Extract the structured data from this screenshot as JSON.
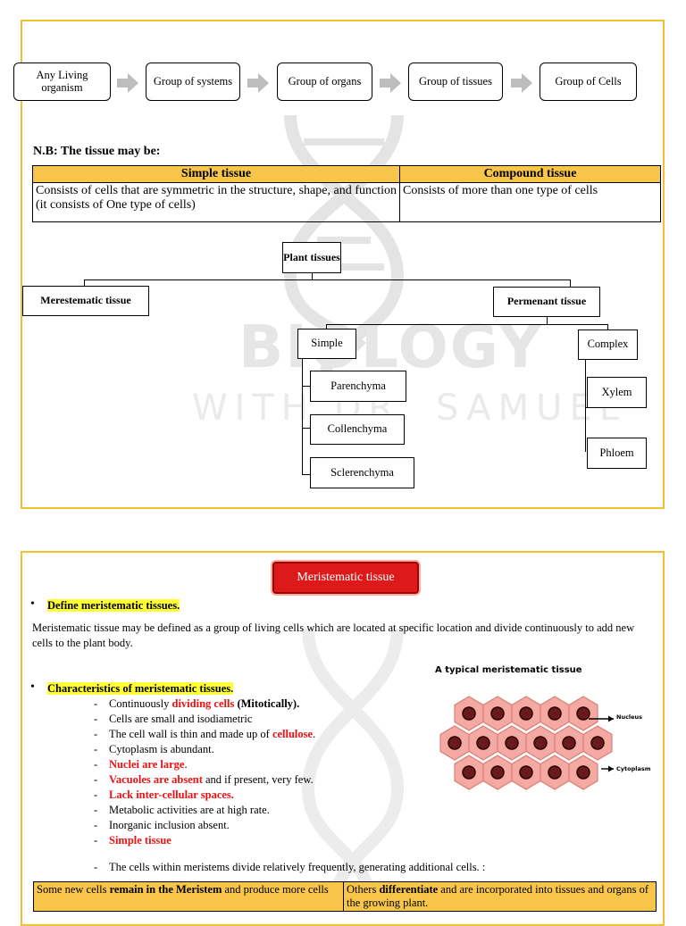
{
  "flow": {
    "boxes": [
      "Any Living organism",
      "Group of systems",
      "Group of organs",
      "Group of tissues",
      "Group of Cells"
    ]
  },
  "nb_label": "N.B: The tissue may be:",
  "tissue_table": {
    "headers": [
      "Simple tissue",
      "Compound tissue"
    ],
    "cells": [
      "Consists of cells that are symmetric in the structure, shape, and function (it consists of One type of cells)",
      "Consists of more than one type of cells"
    ]
  },
  "tree": {
    "root": "Plant tissues",
    "meristematic": "Merestematic tissue",
    "permanent": "Permenant tissue",
    "simple": "Simple",
    "complex": "Complex",
    "simple_items": [
      "Parenchyma",
      "Collenchyma",
      "Sclerenchyma"
    ],
    "complex_items": [
      "Xylem",
      "Phloem"
    ]
  },
  "section2": {
    "heading": "Meristematic tissue",
    "define_label": "Define meristematic tissues.",
    "definition": "Meristematic tissue may be defined as a group of living cells which are located at specific location and divide continuously to add new cells to the plant body.",
    "characteristics_label": "Characteristics of meristematic tissues.",
    "characteristics": [
      {
        "pre": "Continuously ",
        "red": "dividing cells",
        "post": " (Mitotically).",
        "post_bold": true
      },
      {
        "pre": "Cells are small and isodiametric",
        "red": "",
        "post": ""
      },
      {
        "pre": "The cell wall is thin and made up of ",
        "red": "cellulose",
        "post": "."
      },
      {
        "pre": "Cytoplasm is abundant.",
        "red": "",
        "post": ""
      },
      {
        "pre": "",
        "red": "Nuclei are large",
        "post": "."
      },
      {
        "pre": "",
        "red": "Vacuoles are absent",
        "post": " and if present, very few."
      },
      {
        "pre": "",
        "red": "Lack inter-cellular spaces.",
        "post": ""
      },
      {
        "pre": "Metabolic activities are at high rate.",
        "red": "",
        "post": ""
      },
      {
        "pre": "Inorganic inclusion absent.",
        "red": "",
        "post": ""
      },
      {
        "pre": "",
        "red": "Simple tissue",
        "post": ""
      }
    ],
    "note": "The cells within meristems divide relatively frequently, generating additional cells. :",
    "figure": {
      "title": "A typical meristematic tissue",
      "label_nucleus": "Nucleus",
      "label_cytoplasm": "Cytoplasm"
    },
    "bottom_table": {
      "left_pre": "Some new cells ",
      "left_bold": "remain in the Meristem",
      "left_post": " and produce more cells",
      "right_pre": "Others ",
      "right_bold": "differentiate",
      "right_post": " and are incorporated into tissues and organs of the growing plant."
    }
  },
  "watermark": {
    "line1": "BIOLOGY",
    "line2": "WITH DR. SAMUEL"
  },
  "colors": {
    "border": "#f2c12e",
    "header_fill": "#f7c54a",
    "highlight": "#ffff33",
    "accent_red": "#e11111",
    "cell_fill": "#f4a9a3",
    "nucleus": "#6b1a1a"
  }
}
